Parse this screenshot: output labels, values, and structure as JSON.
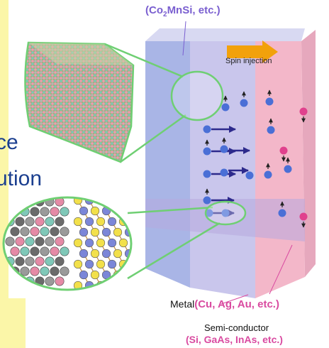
{
  "labels": {
    "half_metal_prefix": "(Co",
    "half_metal_subscript": "2",
    "half_metal_suffix": "MnSi, etc.)",
    "spin_injection": "Spin injection",
    "cropped_text_line1": "ce",
    "cropped_text_line2": "ution",
    "metal": "Metal",
    "metal_examples": "(Cu, Ag, Au, etc.)",
    "semiconductor": "Semi-conductor",
    "semiconductor_examples": "(Si, GaAs, InAs, etc.)"
  },
  "colors": {
    "left_strip": "#fbf6a8",
    "half_metal_slab": "#a9b5e6",
    "metal_slab": "#c9c6ec",
    "semiconductor_slab": "#f3b7c9",
    "arrow": "#f2a10b",
    "electron": "#4a6fd6",
    "electron_pink": "#e0418d",
    "spin_arrow": "#2d2a8c",
    "magnifier_outline": "#6fcf73",
    "label_purple": "#7a5fd0",
    "label_pink": "#d94aa0",
    "text_blue": "#1b3f8f"
  }
}
